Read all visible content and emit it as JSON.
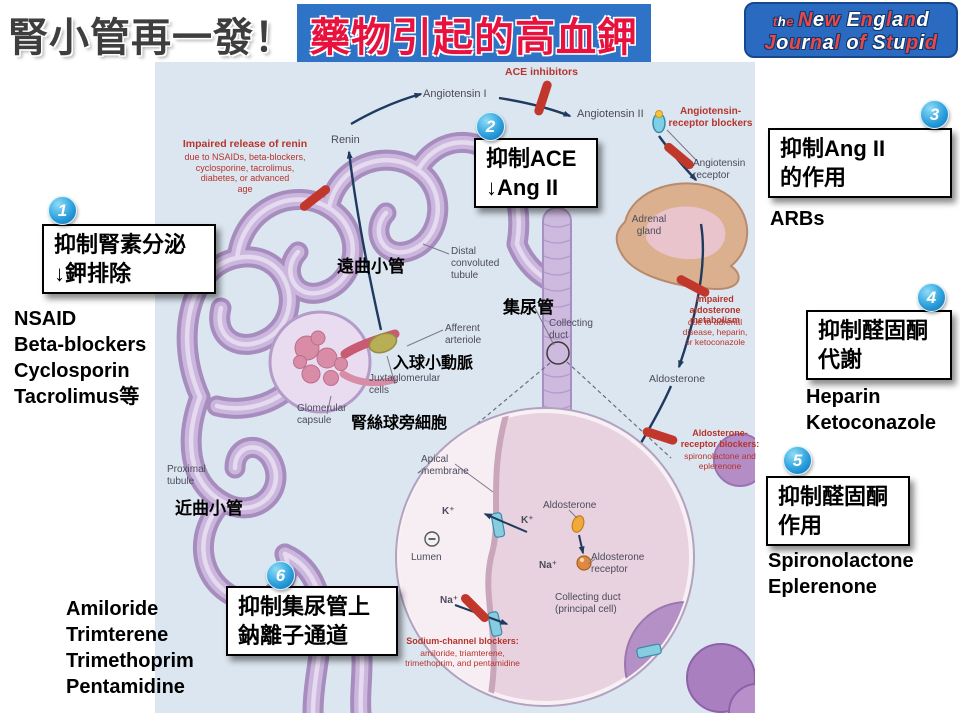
{
  "header": {
    "title_black": "腎小管再一發！",
    "title_red": "藥物引起的高血鉀"
  },
  "logo": {
    "the": "the",
    "line1": "New England",
    "line2": "Journal of Stupid"
  },
  "colors": {
    "title_red": "#e8123f",
    "title_blue": "#2e73c5",
    "logo_blue": "#2b6ac1",
    "badge_blue": "#1f8fd6",
    "inhibitor_bar_red": "#c2372c",
    "diagram_red_text": "#b5342c",
    "illustration_bg": "#dce6f0"
  },
  "callouts": {
    "c1": {
      "num": "1",
      "text": "抑制腎素分泌\n↓鉀排除"
    },
    "c2": {
      "num": "2",
      "text": "抑制ACE\n↓Ang II"
    },
    "c3": {
      "num": "3",
      "text": "抑制Ang II\n的作用"
    },
    "c4": {
      "num": "4",
      "text": "抑制醛固酮\n代謝"
    },
    "c5": {
      "num": "5",
      "text": "抑制醛固酮\n作用"
    },
    "c6": {
      "num": "6",
      "text": "抑制集尿管上\n鈉離子通道"
    }
  },
  "drugs": {
    "renin_inhibitors": "NSAID\nBeta-blockers\nCyclosporin\nTacrolimus等",
    "arbs": "ARBs",
    "aldo_metabolism": "Heparin\nKetoconazole",
    "aldo_receptor": "Spironolactone\nEplerenone",
    "sodium_channel": "Amiloride\nTrimterene\nTrimethoprim\nPentamidine"
  },
  "zh_labels": {
    "distal": "遠曲小管",
    "collecting_duct": "集尿管",
    "afferent": "入球小動脈",
    "juxtaglomerular": "腎絲球旁細胞",
    "proximal": "近曲小管"
  },
  "diagram": {
    "renin": "Renin",
    "angiotensin1": "Angiotensin I",
    "ace_inhibitors": "ACE inhibitors",
    "angiotensin2": "Angiotensin II",
    "arb_blockers": "Angiotensin-\nreceptor blockers",
    "ang_receptor": "Angiotensin\nreceptor",
    "adrenal_gland": "Adrenal\ngland",
    "impaired_renin_title": "Impaired release of renin",
    "impaired_renin_body": "due to NSAIDs, beta-blockers,\ncyclosporine, tacrolimus,\ndiabetes, or advanced\nage",
    "distal_tubule": "Distal\nconvoluted\ntubule",
    "afferent_arteriole": "Afferent\narteriole",
    "juxtaglomerular_cells": "Juxtaglomerular\ncells",
    "glomerular_capsule": "Glomerular\ncapsule",
    "proximal_tubule": "Proximal\ntubule",
    "collecting_duct": "Collecting\nduct",
    "impaired_aldo_title": "Impaired aldosterone\nmetabolism",
    "impaired_aldo_body": "due to adrenal\ndisease, heparin,\nor ketoconazole",
    "aldosterone": "Aldosterone",
    "aldo_blockers_title": "Aldosterone-\nreceptor blockers:",
    "aldo_blockers_body": "spironolactone and\neplerenone",
    "apical_membrane": "Apical\nmembrane",
    "k_plus": "K⁺",
    "na_plus": "Na⁺",
    "aldosterone_inset": "Aldosterone",
    "lumen": "Lumen",
    "aldosterone_receptor": "Aldosterone\nreceptor",
    "principal_cell": "Collecting duct\n(principal cell)",
    "na_blockers_title": "Sodium-channel blockers:",
    "na_blockers_body": "amiloride, triamterene,\ntrimethoprim, and pentamidine"
  }
}
